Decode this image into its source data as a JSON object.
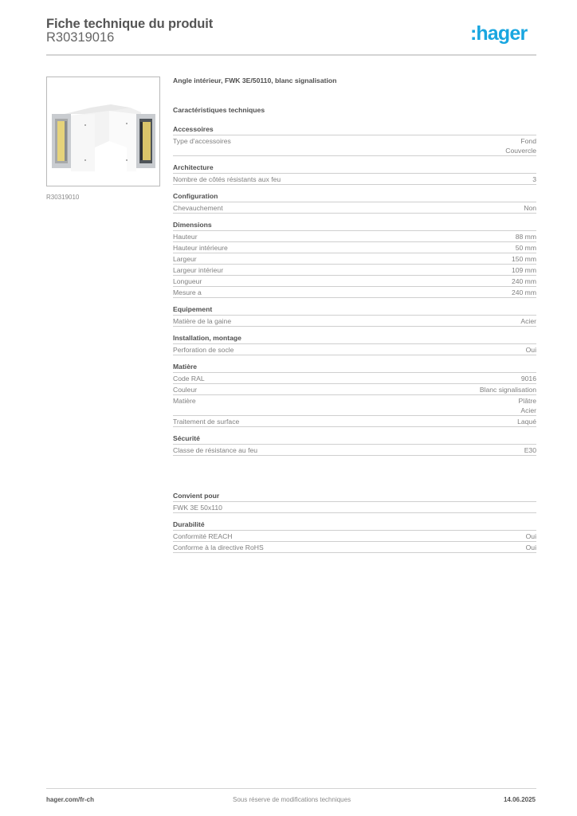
{
  "header": {
    "title": "Fiche technique du produit",
    "reference": "R30319016",
    "logo_colon": ":",
    "logo_text": "hager",
    "brand_color": "#19a6e0"
  },
  "product_image": {
    "caption": "R30319010",
    "alt": "Angle intérieur, gaine coupe-feu blanche"
  },
  "main": {
    "product_title": "Angle intérieur, FWK 3E/50110, blanc signalisation",
    "characteristics_title": "Caractéristiques techniques",
    "sections": [
      {
        "title": "Accessoires",
        "rows": [
          {
            "label": "Type d'accessoires",
            "values": [
              "Fond",
              "Couvercle"
            ]
          }
        ]
      },
      {
        "title": "Architecture",
        "rows": [
          {
            "label": "Nombre de côtés résistants aux feu",
            "values": [
              "3"
            ]
          }
        ]
      },
      {
        "title": "Configuration",
        "rows": [
          {
            "label": "Chevauchement",
            "values": [
              "Non"
            ]
          }
        ]
      },
      {
        "title": "Dimensions",
        "rows": [
          {
            "label": "Hauteur",
            "values": [
              "88 mm"
            ]
          },
          {
            "label": "Hauteur intérieure",
            "values": [
              "50 mm"
            ]
          },
          {
            "label": "Largeur",
            "values": [
              "150 mm"
            ]
          },
          {
            "label": "Largeur intérieur",
            "values": [
              "109 mm"
            ]
          },
          {
            "label": "Longueur",
            "values": [
              "240 mm"
            ]
          },
          {
            "label": "Mesure a",
            "values": [
              "240 mm"
            ]
          }
        ]
      },
      {
        "title": "Equipement",
        "rows": [
          {
            "label": "Matière de la gaine",
            "values": [
              "Acier"
            ]
          }
        ]
      },
      {
        "title": "Installation, montage",
        "rows": [
          {
            "label": "Perforation de socle",
            "values": [
              "Oui"
            ]
          }
        ]
      },
      {
        "title": "Matière",
        "rows": [
          {
            "label": "Code RAL",
            "values": [
              "9016"
            ]
          },
          {
            "label": "Couleur",
            "values": [
              "Blanc signalisation"
            ]
          },
          {
            "label": "Matière",
            "values": [
              "Plâtre",
              "Acier"
            ]
          },
          {
            "label": "Traitement de surface",
            "values": [
              "Laqué"
            ]
          }
        ]
      },
      {
        "title": "Sécurité",
        "rows": [
          {
            "label": "Classe de résistance au feu",
            "values": [
              "E30"
            ]
          }
        ]
      }
    ],
    "sections_after_gap": [
      {
        "title": "Convient pour",
        "rows": [
          {
            "label": "FWK 3E 50x110",
            "values": []
          }
        ]
      },
      {
        "title": "Durabilité",
        "rows": [
          {
            "label": "Conformité REACH",
            "values": [
              "Oui"
            ]
          },
          {
            "label": "Conforme à la directive RoHS",
            "values": [
              "Oui"
            ]
          }
        ]
      }
    ]
  },
  "footer": {
    "website": "hager.com/fr-ch",
    "disclaimer": "Sous réserve de modifications techniques",
    "date": "14.06.2025"
  }
}
